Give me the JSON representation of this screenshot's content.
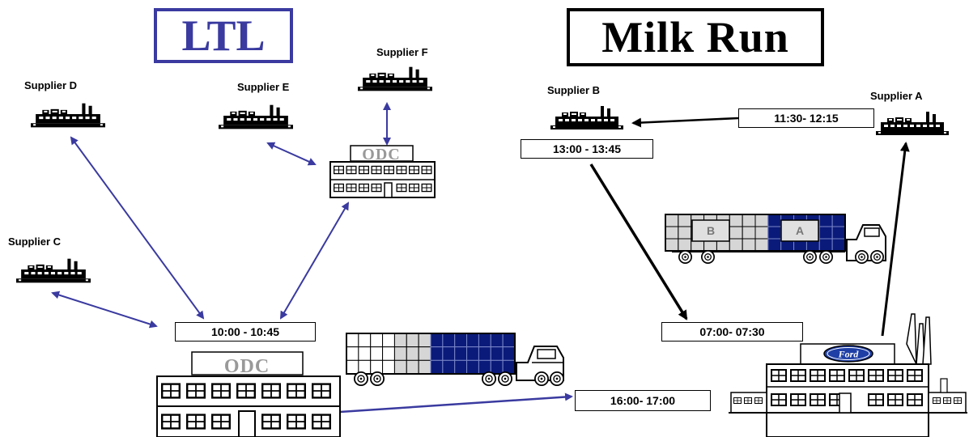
{
  "titles": {
    "ltl": "LTL",
    "milk_run": "Milk Run"
  },
  "ltl": {
    "suppliers": {
      "c": "Supplier C",
      "d": "Supplier D",
      "e": "Supplier E",
      "f": "Supplier F"
    },
    "odc_small_label": "ODC",
    "odc_large_label": "ODC",
    "odc_window": "10:00 - 10:45"
  },
  "milk_run": {
    "supplier_a": "Supplier A",
    "supplier_b": "Supplier B",
    "pickup_a_window": "11:30- 12:15",
    "pickup_b_window": "13:00 - 13:45",
    "plant_arrival_window": "07:00- 07:30",
    "odc_to_plant_window": "16:00- 17:00",
    "trailer_label_b": "B",
    "trailer_label_a": "A",
    "plant_logo": "Ford"
  },
  "colors": {
    "ltl_blue": "#3a3aa0",
    "trailer_navy": "#0a1a7a",
    "black": "#000000",
    "odc_text": "#999999"
  }
}
